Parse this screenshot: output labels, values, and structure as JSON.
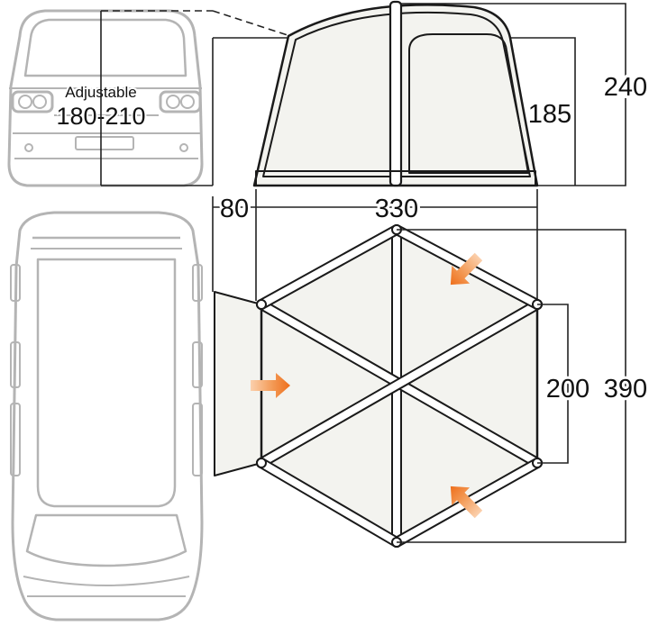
{
  "labels": {
    "adjustable": "Adjustable",
    "adjustable_range": "180-210",
    "height_185": "185",
    "height_240": "240",
    "width_80": "80",
    "width_330": "330",
    "depth_200": "200",
    "depth_390": "390"
  },
  "colors": {
    "vehicle_line": "#b4b4b4",
    "tent_outline": "#1a1a1a",
    "tent_fill": "#f3f3ef",
    "dimension_line": "#222222",
    "arrow": "#f07a28"
  },
  "icons": {
    "entry_arrows": [
      "arrow-right-icon",
      "arrow-down-left-icon",
      "arrow-up-right-icon"
    ]
  }
}
